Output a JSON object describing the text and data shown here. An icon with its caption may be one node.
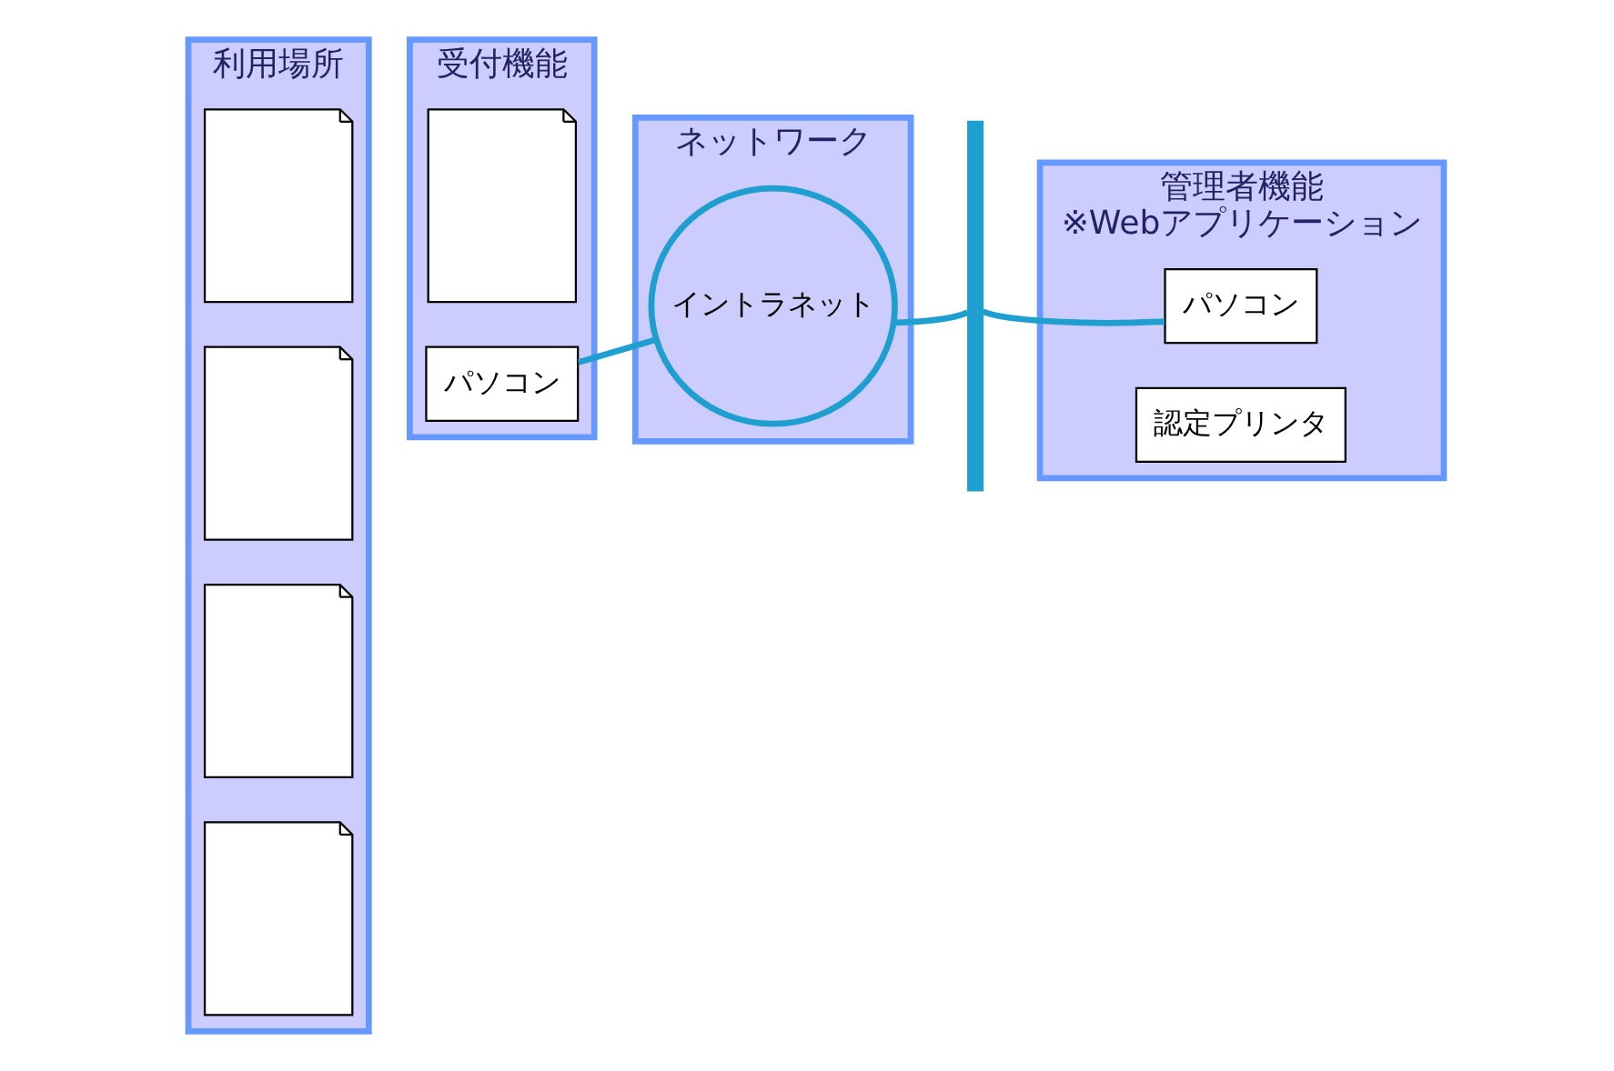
{
  "diagram": {
    "nodes": [
      {
        "text": [
          "利用場所"
        ]
      },
      {
        "text": [],
        "shape": "picture",
        "in": 0
      },
      {
        "text": [],
        "shape": "picture",
        "in": 0
      },
      {
        "text": [],
        "shape": "picture",
        "in": 0
      },
      {
        "text": [],
        "shape": "picture",
        "in": 0
      },
      {
        "text": [
          "受付機能"
        ]
      },
      {
        "text": [],
        "shape": "picture",
        "in": 5
      },
      {
        "text": [
          "パソコン"
        ],
        "in": 5
      },
      {
        "text": [
          "ネットワーク"
        ]
      },
      {
        "text": [
          "イントラネット"
        ],
        "in": 8
      },
      {
        "text": [],
        "shape": "bar"
      },
      {
        "text": [
          "管理者機能",
          "※Webアプリケーション"
        ]
      },
      {
        "text": [
          "パソコン"
        ],
        "in": 11
      },
      {
        "text": [
          "認定プリンタ"
        ],
        "in": 11
      }
    ],
    "edges": [
      {
        "from": 7,
        "to": 9,
        "arrow": "none"
      },
      {
        "from": 9,
        "to": 10,
        "arrow": "none"
      },
      {
        "from": 10,
        "to": 12,
        "arrow": "none"
      }
    ]
  }
}
